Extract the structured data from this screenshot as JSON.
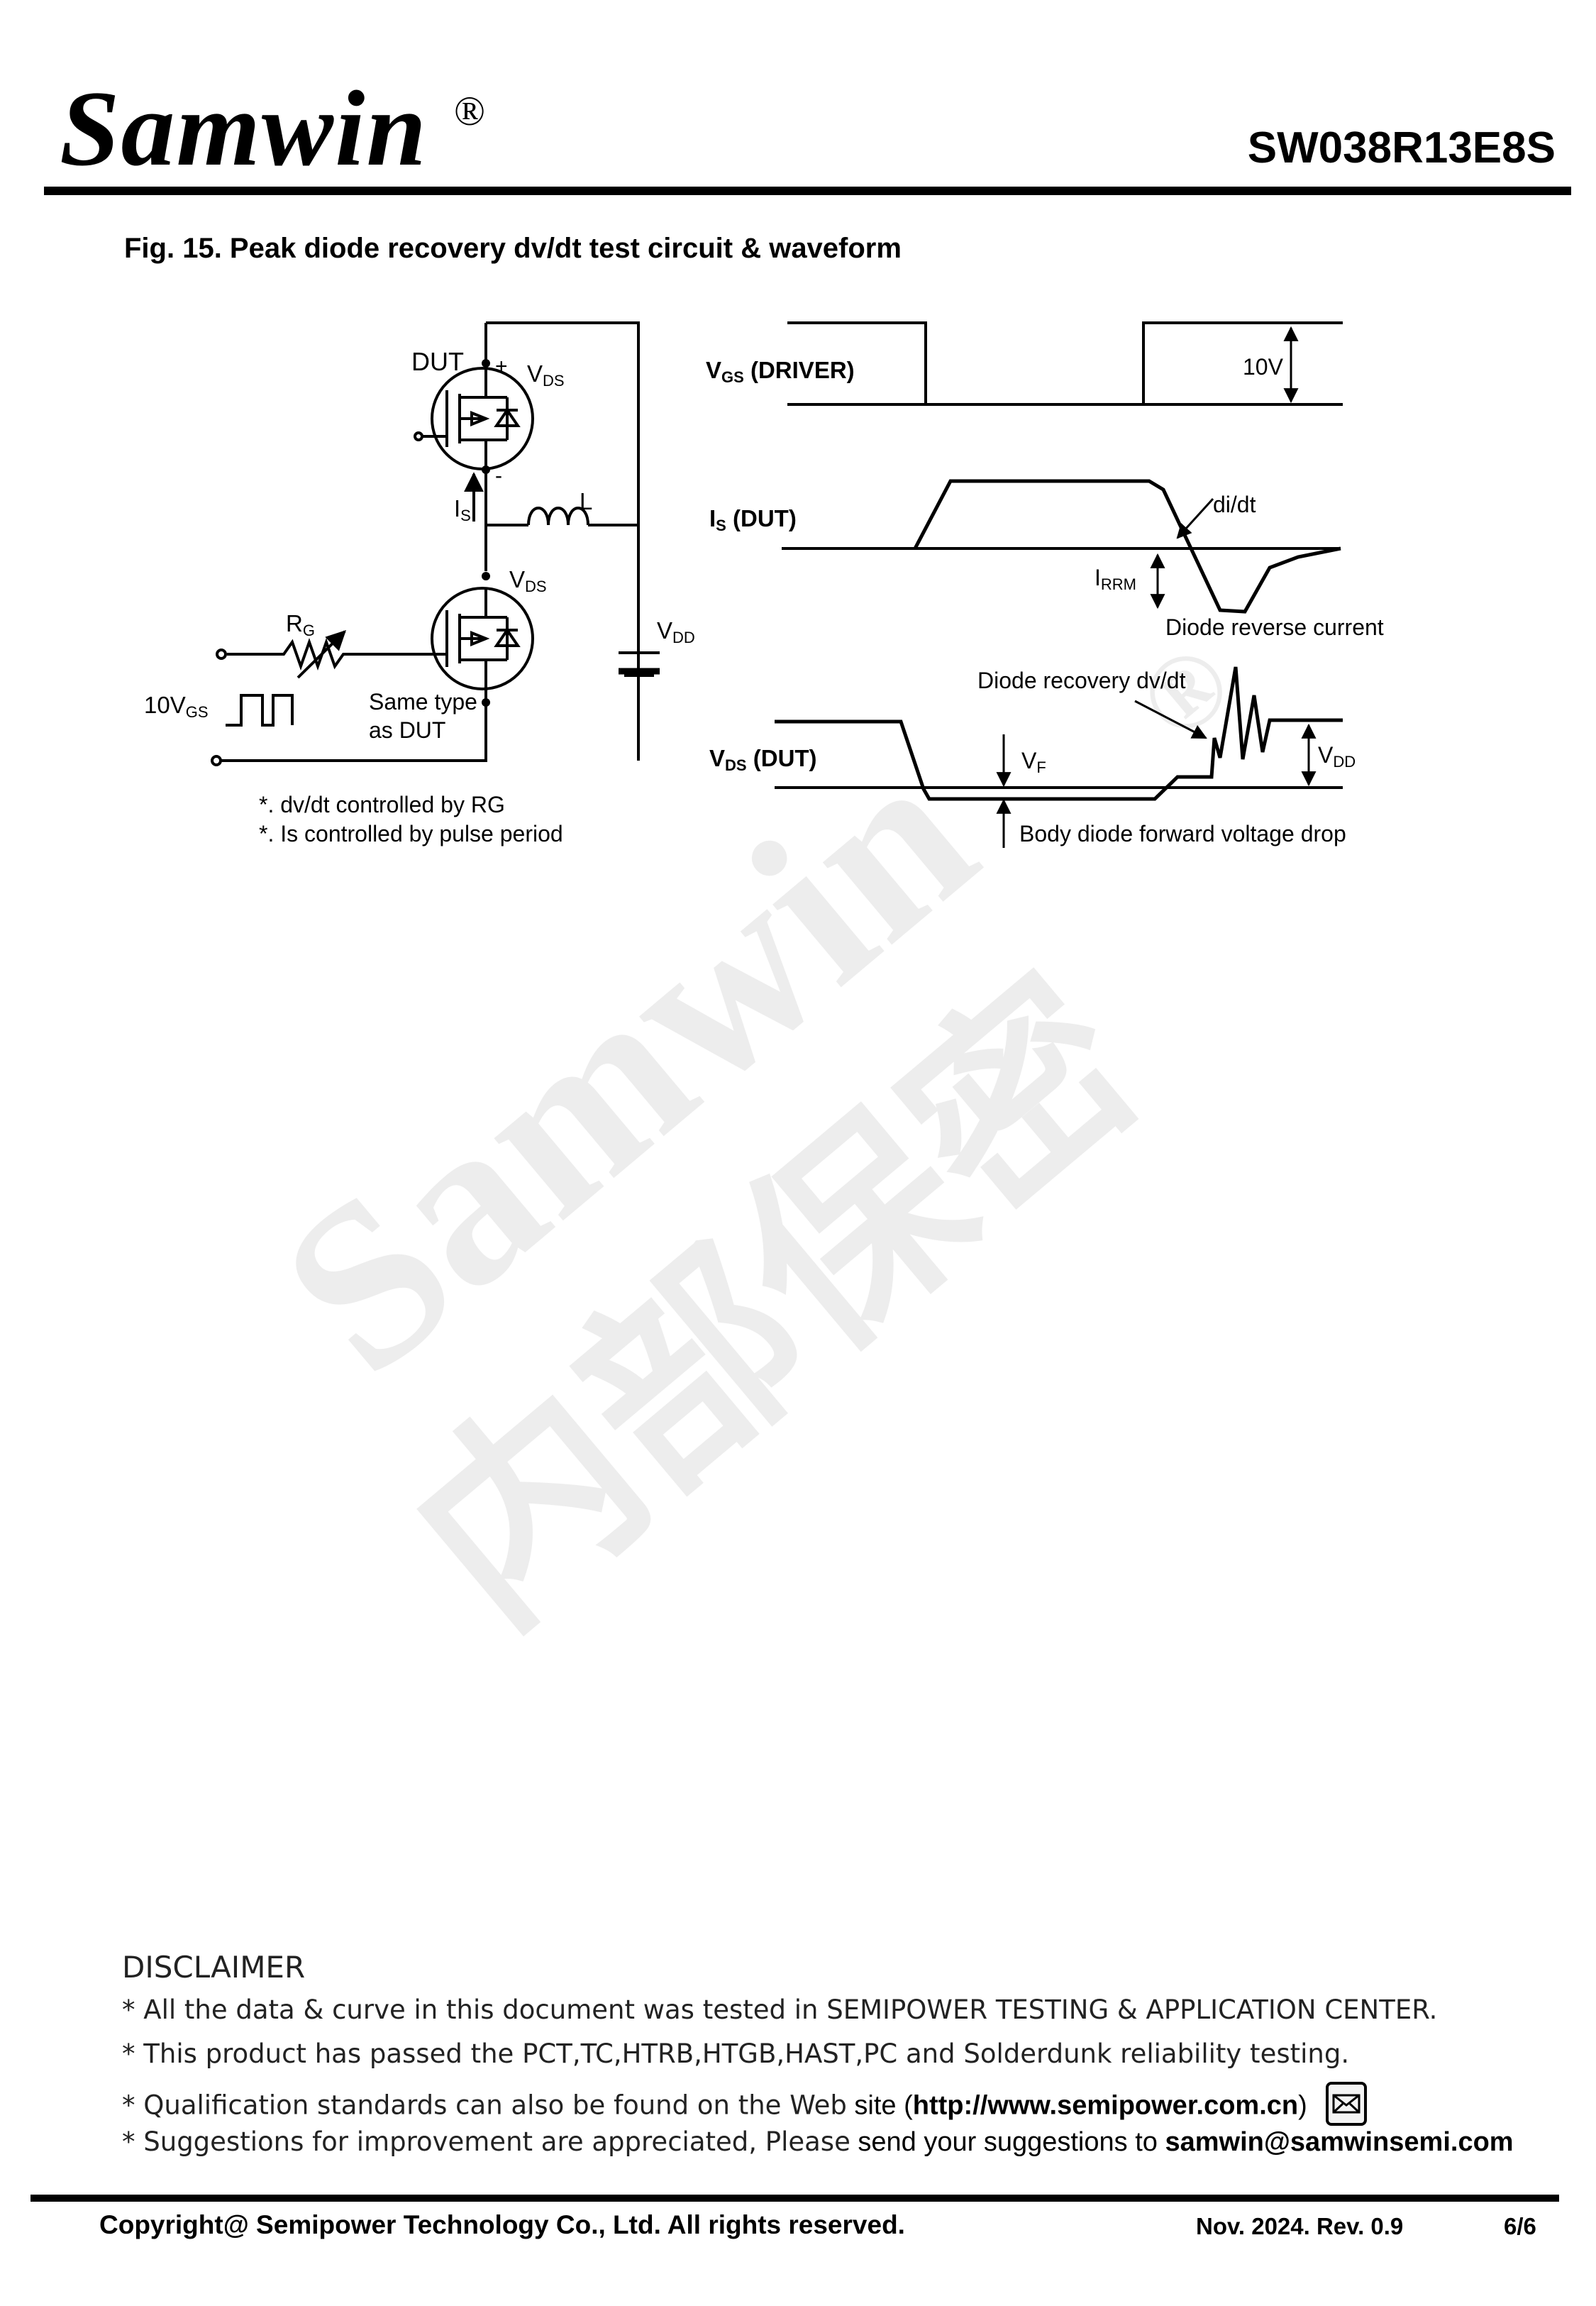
{
  "header": {
    "logo": "Samwin",
    "logo_mark": "®",
    "part_number": "SW038R13E8S"
  },
  "figure": {
    "title": "Fig. 15. Peak diode recovery dv/dt test circuit & waveform",
    "circuit": {
      "dut_label": "DUT",
      "plus": "+",
      "minus": "-",
      "vds_top_main": "V",
      "vds_top_sub": "DS",
      "is_main": "I",
      "is_sub": "S",
      "inductor_label": "L",
      "vds_low_main": "V",
      "vds_low_sub": "DS",
      "rg_main": "R",
      "rg_sub": "G",
      "vdd_main": "V",
      "vdd_sub": "DD",
      "drive_main": "10V",
      "drive_sub": "GS",
      "same_type_1": "Same type",
      "same_type_2": "as DUT",
      "note_1": "*. dv/dt  controlled  by RG",
      "note_2": "*. Is  controlled  by pulse period"
    },
    "waveform": {
      "vgs_main": "V",
      "vgs_sub": "GS",
      "vgs_rest": " (DRIVER)",
      "amp_10v": "10V",
      "is_main": "I",
      "is_sub": "S",
      "is_rest": " (DUT)",
      "didt": "di/dt",
      "irrm_main": "I",
      "irrm_sub": "RRM",
      "reverse_current": "Diode reverse current",
      "recovery": "Diode recovery  dv/dt",
      "vds_main": "V",
      "vds_sub": "DS",
      "vds_rest": "  (DUT)",
      "vf_main": "V",
      "vf_sub": "F",
      "vdd_main": "V",
      "vdd_sub": "DD",
      "body_drop": "Body diode forward voltage  drop"
    }
  },
  "watermark": {
    "line1": "Samwin",
    "line2": "内部保密",
    "mark": "®"
  },
  "disclaimer": {
    "heading": "DISCLAIMER",
    "line1": "* All the data & curve in this document was tested in SEMIPOWER TESTING & APPLICATION CENTER.",
    "line2": "* This product has passed the PCT,TC,HTRB,HTGB,HAST,PC and Solderdunk reliability testing.",
    "line3_a": "* Qualification standards can also be found on the Web",
    "line3_b": " site (",
    "line3_url": "http://www.semipower.com.cn",
    "line3_c": ")",
    "line4_a": "* Suggestions for improvement are appreciated, Please",
    "line4_b": " send your suggestions to ",
    "line4_email": "samwin@samwinsemi.com"
  },
  "footer": {
    "copyright": "Copyright@ Semipower Technology Co., Ltd. All rights reserved.",
    "date_rev": "Nov. 2024. Rev. 0.9",
    "page": "6/6"
  },
  "icons": {
    "mail": "mail-icon",
    "arrow": "arrow-icon"
  }
}
